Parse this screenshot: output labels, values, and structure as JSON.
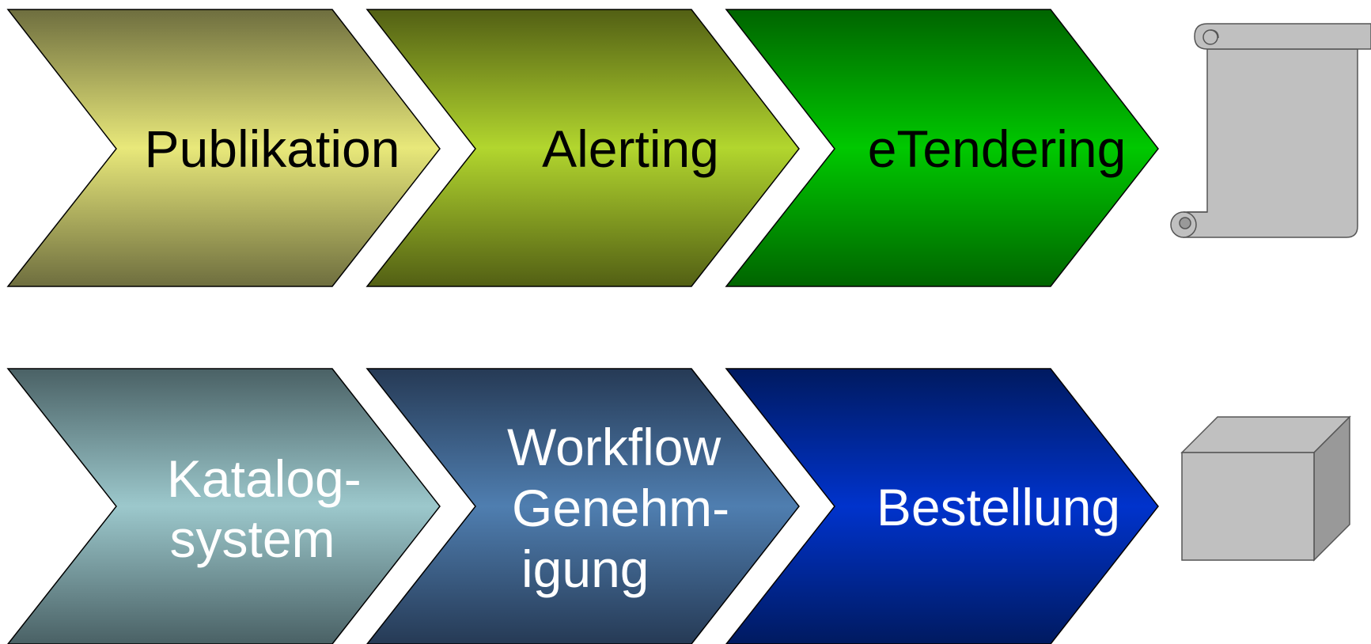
{
  "rows": [
    {
      "chevrons": [
        {
          "lines": [
            "Publikation"
          ],
          "text_color": "#000000",
          "color_edge": "#6E6E3F",
          "color_mid": "#E8E87A"
        },
        {
          "lines": [
            "Alerting"
          ],
          "text_color": "#000000",
          "color_edge": "#525F14",
          "color_mid": "#B2D62E"
        },
        {
          "lines": [
            "eTendering"
          ],
          "text_color": "#000000",
          "color_edge": "#006400",
          "color_mid": "#00C800"
        }
      ],
      "end_icon": "scroll-icon"
    },
    {
      "chevrons": [
        {
          "lines": [
            "Katalog-",
            "system"
          ],
          "text_color": "#FFFFFF",
          "color_edge": "#4A6165",
          "color_mid": "#9CC8CC"
        },
        {
          "lines": [
            "Workflow",
            "Genehm-",
            "igung"
          ],
          "text_color": "#FFFFFF",
          "color_edge": "#263A55",
          "color_mid": "#4F7EB0"
        },
        {
          "lines": [
            "Bestellung"
          ],
          "text_color": "#FFFFFF",
          "color_edge": "#001A60",
          "color_mid": "#0033CC"
        }
      ],
      "end_icon": "cube-icon"
    }
  ],
  "icon_fill": "#C0C0C0",
  "icon_shade": "#999999",
  "icon_stroke": "#555555"
}
